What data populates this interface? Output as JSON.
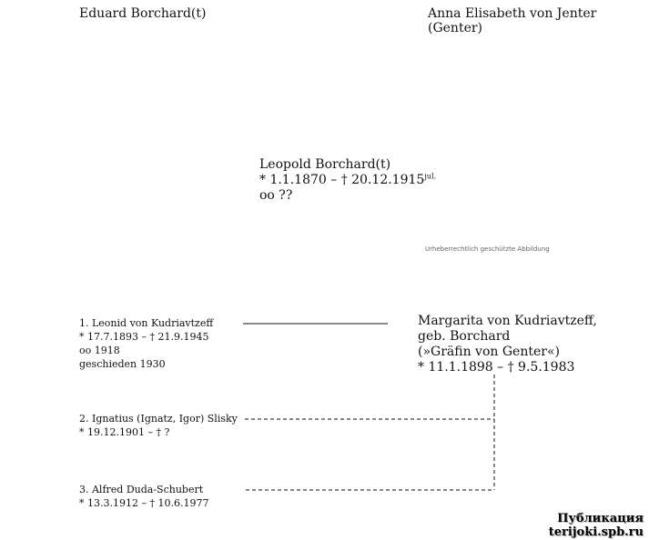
{
  "father": {
    "name": "Eduard Borchard(t)"
  },
  "mother": {
    "name": "Anna Elisabeth von Jenter",
    "alt_name": "(Genter)"
  },
  "subject": {
    "name": "Leopold Borchard(t)",
    "dates": "* 1.1.1870 – † 20.12.1915",
    "dates_note": "jul.",
    "marriage": "oo ??"
  },
  "watermark": "Urheberrechtlich geschützte Abbildung",
  "spouses": [
    {
      "name": "1. Leonid von Kudriavtzeff",
      "dates": "* 17.7.1893 – † 21.9.1945",
      "marriage": "oo 1918",
      "note": "geschieden 1930"
    },
    {
      "name": "2. Ignatius (Ignatz, Igor) Slisky",
      "dates": "* 19.12.1901 – † ?"
    },
    {
      "name": "3. Alfred Duda-Schubert",
      "dates": "* 13.3.1912 – † 10.6.1977"
    }
  ],
  "daughter": {
    "name": "Margarita von Kudriavtzeff,",
    "birth_name": "geb. Borchard",
    "title": "(»Gräfin von Genter«)",
    "dates": "* 11.1.1898 – † 9.5.1983"
  },
  "publication": {
    "line1": "Публикация",
    "line2": "terijoki.spb.ru"
  }
}
